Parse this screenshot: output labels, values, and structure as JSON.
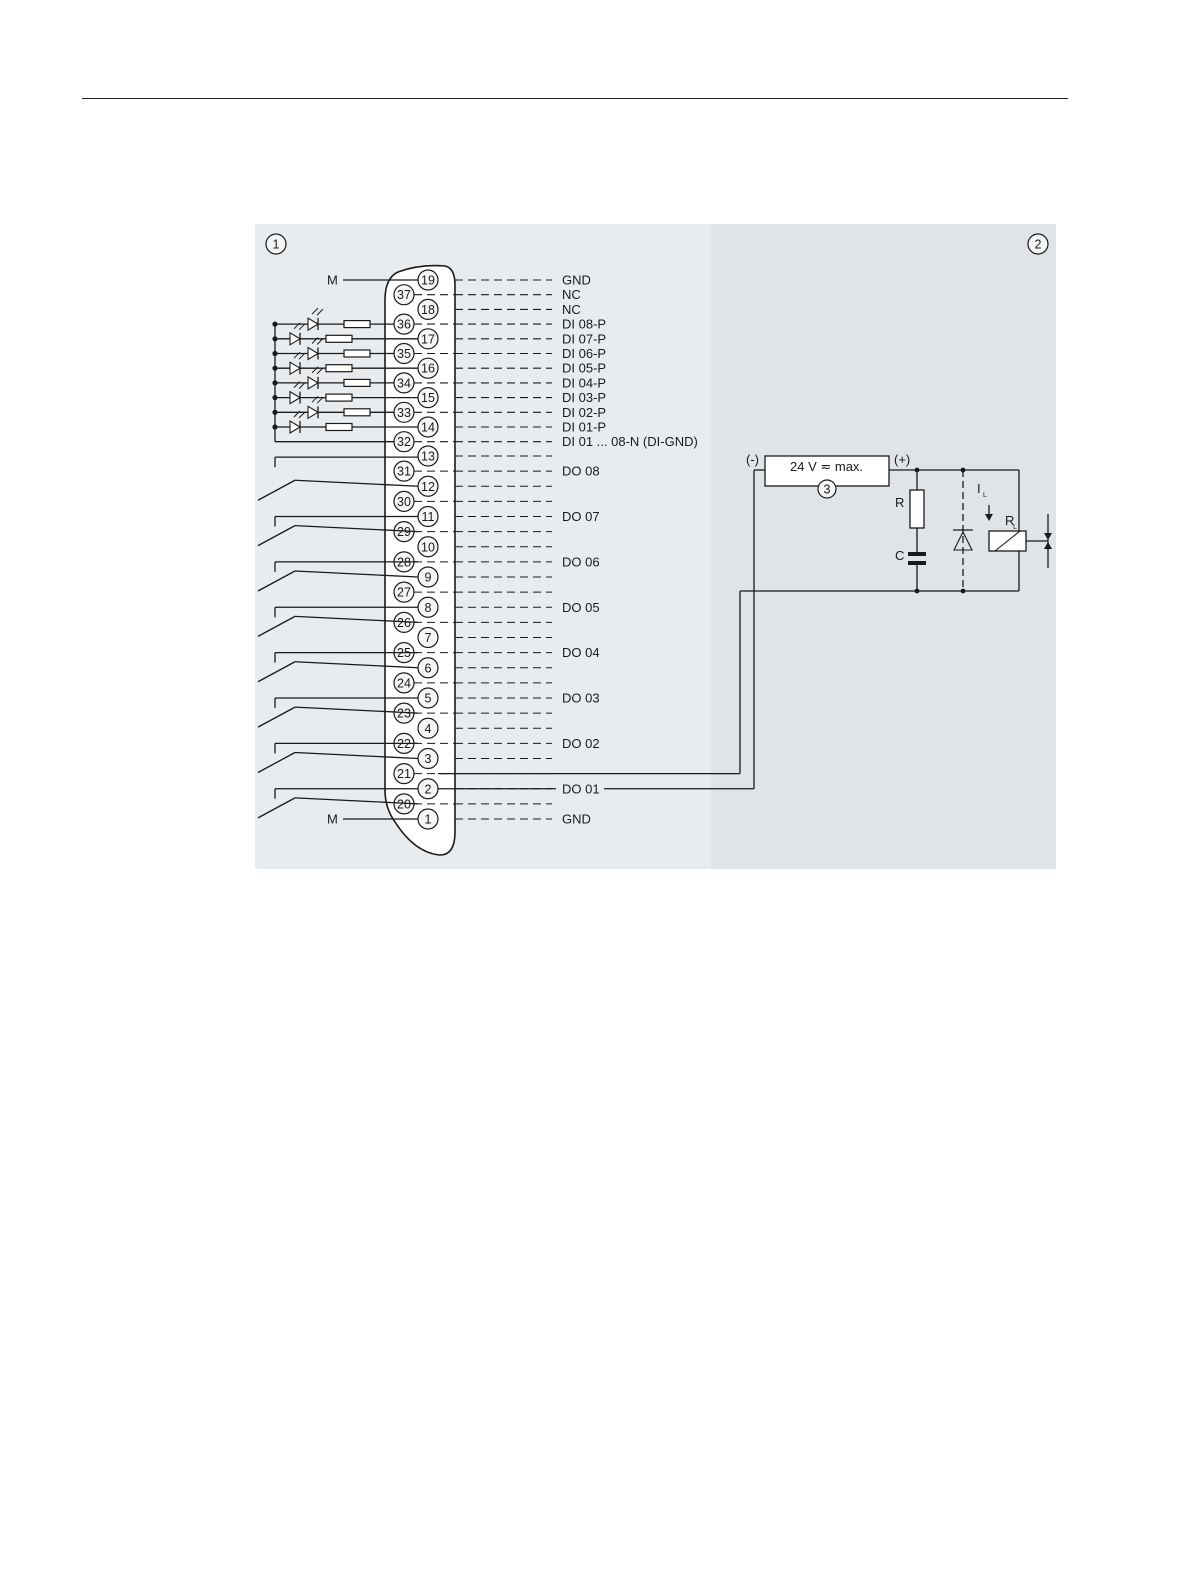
{
  "callouts": [
    "1",
    "2",
    "3"
  ],
  "ground_label": "M",
  "upper_pins": [
    {
      "left": "",
      "right": "19",
      "signal": "GND"
    },
    {
      "left": "37",
      "right": "",
      "signal": "NC"
    },
    {
      "left": "",
      "right": "18",
      "signal": "NC"
    },
    {
      "left": "36",
      "right": "",
      "signal": "DI 08-P"
    },
    {
      "left": "",
      "right": "17",
      "signal": "DI 07-P"
    },
    {
      "left": "35",
      "right": "",
      "signal": "DI 06-P"
    },
    {
      "left": "",
      "right": "16",
      "signal": "DI 05-P"
    },
    {
      "left": "34",
      "right": "",
      "signal": "DI 04-P"
    },
    {
      "left": "",
      "right": "15",
      "signal": "DI 03-P"
    },
    {
      "left": "33",
      "right": "",
      "signal": "DI 02-P"
    },
    {
      "left": "",
      "right": "14",
      "signal": "DI 01-P"
    },
    {
      "left": "32",
      "right": "",
      "signal": "DI 01 ... 08-N (DI-GND)"
    }
  ],
  "lower_pins": [
    {
      "left": "",
      "right": "13",
      "signal": ""
    },
    {
      "left": "31",
      "right": "",
      "signal": "DO 08"
    },
    {
      "left": "",
      "right": "12",
      "signal": ""
    },
    {
      "left": "30",
      "right": "",
      "signal": ""
    },
    {
      "left": "",
      "right": "11",
      "signal": "DO 07"
    },
    {
      "left": "29",
      "right": "",
      "signal": ""
    },
    {
      "left": "",
      "right": "10",
      "signal": ""
    },
    {
      "left": "28",
      "right": "",
      "signal": "DO 06"
    },
    {
      "left": "",
      "right": "9",
      "signal": ""
    },
    {
      "left": "27",
      "right": "",
      "signal": ""
    },
    {
      "left": "",
      "right": "8",
      "signal": "DO 05"
    },
    {
      "left": "26",
      "right": "",
      "signal": ""
    },
    {
      "left": "",
      "right": "7",
      "signal": ""
    },
    {
      "left": "25",
      "right": "",
      "signal": "DO 04"
    },
    {
      "left": "",
      "right": "6",
      "signal": ""
    },
    {
      "left": "24",
      "right": "",
      "signal": ""
    },
    {
      "left": "",
      "right": "5",
      "signal": "DO 03"
    },
    {
      "left": "23",
      "right": "",
      "signal": ""
    },
    {
      "left": "",
      "right": "4",
      "signal": ""
    },
    {
      "left": "22",
      "right": "",
      "signal": "DO 02"
    },
    {
      "left": "",
      "right": "3",
      "signal": ""
    },
    {
      "left": "21",
      "right": "",
      "signal": ""
    },
    {
      "left": "",
      "right": "2",
      "signal": "DO 01"
    },
    {
      "left": "20",
      "right": "",
      "signal": ""
    },
    {
      "left": "",
      "right": "1",
      "signal": "GND"
    }
  ],
  "load_circuit": {
    "minus": "(-)",
    "plus": "(+)",
    "supply": "24 V ≂ max.",
    "resistor": "R",
    "capacitor": "C",
    "current": "I",
    "current_sub": "L",
    "load": "R",
    "load_sub": "L"
  },
  "colors": {
    "left_panel": "#e9ecef",
    "right_panel": "#e0e3e7",
    "line": "#1a1a1a"
  }
}
